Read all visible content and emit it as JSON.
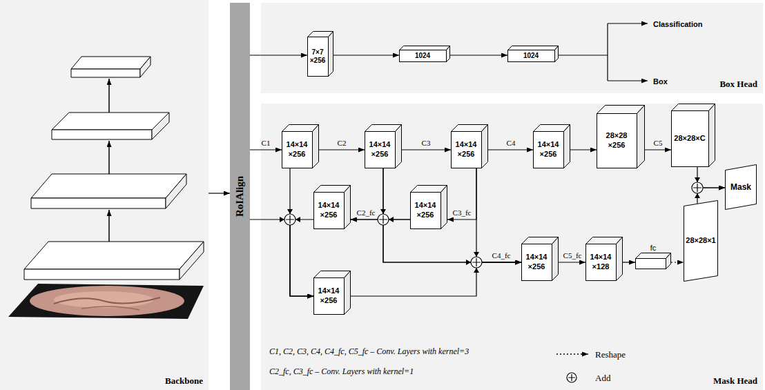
{
  "diagram": {
    "nodes": [
      {
        "text": [
          "Backbone"
        ]
      },
      {
        "text": [
          "RoIAlign"
        ]
      },
      {
        "text": [
          "Box Head"
        ]
      },
      {
        "text": [
          "7×7 ×256"
        ],
        "in": 2
      },
      {
        "text": [
          "1024"
        ],
        "in": 2
      },
      {
        "text": [
          "1024"
        ],
        "in": 2
      },
      {
        "text": [
          "Mask Head"
        ]
      },
      {
        "text": [
          "14×14 ×256"
        ],
        "in": 6
      },
      {
        "text": [
          "14×14 ×256"
        ],
        "in": 6
      },
      {
        "text": [
          "14×14 ×256"
        ],
        "in": 6
      },
      {
        "text": [
          "14×14 ×256"
        ],
        "in": 6
      },
      {
        "text": [
          "28×28 ×256"
        ],
        "in": 6
      },
      {
        "text": [
          "28×28×C"
        ],
        "in": 6
      },
      {
        "text": [
          "Mask"
        ],
        "in": 6
      },
      {
        "text": [
          "14×14 ×256"
        ],
        "in": 6
      },
      {
        "text": [
          "14×14 ×256"
        ],
        "in": 6
      },
      {
        "text": [
          "14×14 ×256"
        ],
        "in": 6
      },
      {
        "text": [
          "14×14 ×256"
        ],
        "in": 6
      },
      {
        "text": [
          "14×14 ×128"
        ],
        "in": 6
      },
      {
        "text": [
          "fc"
        ],
        "in": 6
      },
      {
        "text": [
          "28×28×1"
        ],
        "in": 6
      }
    ],
    "edges": [
      {
        "from": 0,
        "to": 1,
        "arrow": "to"
      },
      {
        "from": 1,
        "to": 3,
        "arrow": "to"
      },
      {
        "from": 3,
        "to": 4,
        "arrow": "to"
      },
      {
        "from": 4,
        "to": 5,
        "arrow": "to"
      },
      {
        "from": 1,
        "to": 7,
        "label": "C1",
        "arrow": "to"
      },
      {
        "from": 7,
        "to": 8,
        "label": "C2",
        "arrow": "to"
      },
      {
        "from": 8,
        "to": 9,
        "label": "C3",
        "arrow": "to"
      },
      {
        "from": 9,
        "to": 10,
        "label": "C4",
        "arrow": "to"
      },
      {
        "from": 10,
        "to": 11,
        "arrow": "to"
      },
      {
        "from": 11,
        "to": 12,
        "label": "C5",
        "arrow": "to"
      },
      {
        "from": 12,
        "to": 13,
        "arrow": "to"
      },
      {
        "from": 20,
        "to": 13,
        "arrow": "to"
      },
      {
        "from": 9,
        "to": 15,
        "label": "C3_fc",
        "arrow": "to"
      },
      {
        "from": 15,
        "to": 14,
        "label": "C2_fc",
        "arrow": "to"
      },
      {
        "from": 8,
        "to": 14,
        "arrow": "to"
      },
      {
        "from": 14,
        "to": 16,
        "arrow": "to"
      },
      {
        "from": 7,
        "to": 16,
        "arrow": "to"
      },
      {
        "from": 1,
        "to": 16,
        "arrow": "to"
      },
      {
        "from": 16,
        "to": 17,
        "arrow": "to"
      },
      {
        "from": 9,
        "to": 17,
        "label": "C4_fc",
        "arrow": "to"
      },
      {
        "from": 15,
        "to": 17,
        "arrow": "to"
      },
      {
        "from": 8,
        "to": 17,
        "arrow": "to"
      },
      {
        "from": 17,
        "to": 18,
        "label": "C5_fc",
        "arrow": "to"
      },
      {
        "from": 18,
        "to": 19,
        "arrow": "to"
      },
      {
        "from": 19,
        "to": 20,
        "arrow": "to"
      }
    ],
    "labels": [
      "Classification",
      "Box",
      "C1, C2, C3, C4, C4_fc, C5_fc – Conv. Layers with kernel=3",
      "C2_fc, C3_fc – Conv. Layers with kernel=1"
    ],
    "legend": [
      {
        "text": "Reshape"
      },
      {
        "text": "Add"
      }
    ]
  }
}
